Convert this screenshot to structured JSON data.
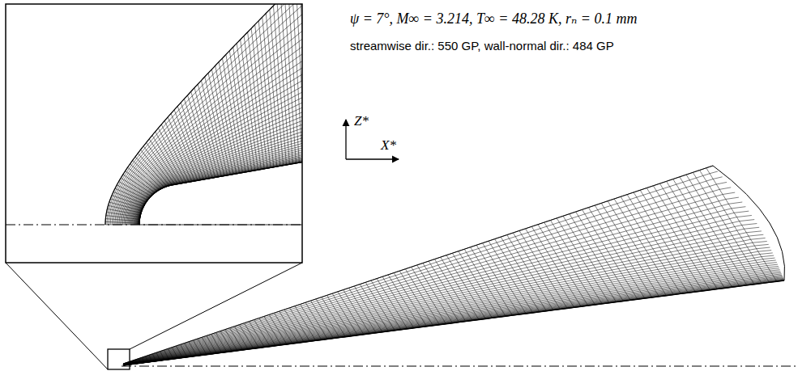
{
  "diagram": {
    "labels": [
      "ψ = 7°, M∞ = 3.214, T∞ = 48.28 K, rₙ = 0.1 mm",
      "streamwise dir.: 550 GP, wall-normal dir.: 484 GP",
      "Z*",
      "X*"
    ]
  }
}
